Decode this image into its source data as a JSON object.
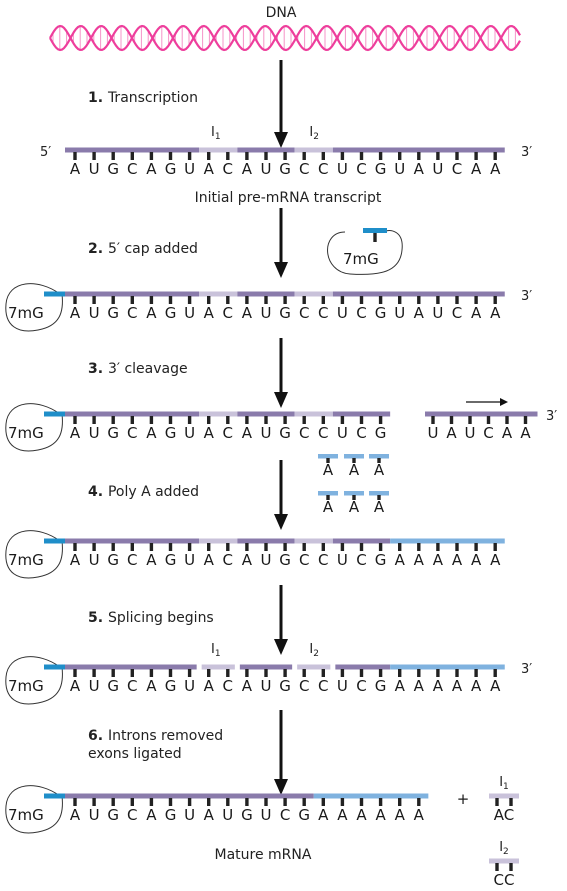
{
  "top_label": "DNA",
  "initial_transcript_label": "Initial pre-mRNA transcript",
  "mature_label": "Mature mRNA",
  "five_prime": "5′",
  "three_prime": "3′",
  "cap_label": "7mG",
  "plus_sign": "+",
  "intron1_sub": "1",
  "intron2_sub": "2",
  "intron_letter": "I",
  "steps": [
    {
      "num": "1.",
      "text": "Transcription"
    },
    {
      "num": "2.",
      "text": "5′ cap added"
    },
    {
      "num": "3.",
      "text": "3′ cleavage"
    },
    {
      "num": "4.",
      "text": "Poly A added"
    },
    {
      "num": "5.",
      "text": "Splicing begins"
    },
    {
      "num": "6.",
      "text": "Introns removed",
      "text2": "exons ligated"
    }
  ],
  "sequences": {
    "full": "AUGCAGUACAUGCCUCGUAUCAA",
    "cleaved_left": "AUGCAGUACAUGCCUCG",
    "cleaved_right": "UAUCAA",
    "polyA": "AUGCAGUACAUGCCUCGAAAAAA",
    "mature": "AUGCAGUAUGUCGAAAAAA",
    "free_A": "A",
    "intron1_removed": "AC",
    "intron2_removed": "CC"
  },
  "colors": {
    "exon": "#8a7bab",
    "intron": "#c9c2da",
    "polyA": "#7fb2df",
    "cap": "#1f8ec9",
    "tick": "#222222",
    "dna": "#ee3e9c"
  }
}
